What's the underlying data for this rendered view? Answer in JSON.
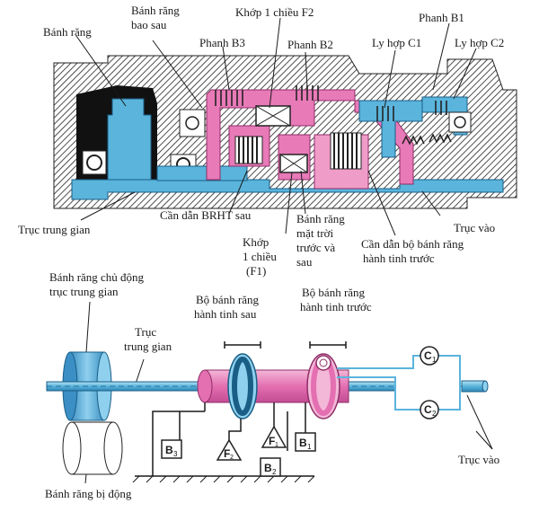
{
  "labels": {
    "banh_rang": "Bánh răng",
    "banh_rang_bao_sau_1": "Bánh răng",
    "banh_rang_bao_sau_2": "bao sau",
    "khop_f2": "Khớp 1 chiều F2",
    "phanh_b1": "Phanh B1",
    "phanh_b3": "Phanh B3",
    "phanh_b2": "Phanh B2",
    "ly_hop_c1": "Ly hợp C1",
    "ly_hop_c2": "Ly hợp C2",
    "truc_trung_gian_top": "Trục trung gian",
    "can_dan_brht_sau": "Cần dẫn BRHT sau",
    "banh_rang_mat_troi_1": "Bánh răng",
    "banh_rang_mat_troi_2": "mặt trời",
    "banh_rang_mat_troi_3": "trước và",
    "banh_rang_mat_troi_4": "sau",
    "truc_vao_top": "Trục vào",
    "khop_f1_1": "Khớp",
    "khop_f1_2": "1 chiều",
    "khop_f1_3": "(F1)",
    "can_dan_truoc_1": "Cần dẫn bộ bánh răng",
    "can_dan_truoc_2": "hành tinh trước",
    "chu_dong_1": "Bánh răng chủ động",
    "chu_dong_2": "trục trung gian",
    "bo_sau_1": "Bộ bánh răng",
    "bo_sau_2": "hành tinh sau",
    "bo_truoc_1": "Bộ bánh răng",
    "bo_truoc_2": "hành tinh trước",
    "truc_tg_bottom_1": "Trục",
    "truc_tg_bottom_2": "trung gian",
    "truc_vao_bottom": "Trục vào",
    "bi_dong": "Bánh răng bị động"
  },
  "symbols": {
    "c1": "C",
    "c1_sub": "1",
    "c2": "C",
    "c2_sub": "2",
    "b3": "B",
    "b3_sub": "3",
    "f2": "F",
    "f2_sub": "2",
    "f1": "F",
    "f1_sub": "1",
    "b1": "B",
    "b1_sub": "1",
    "b2": "B",
    "b2_sub": "2"
  },
  "colors": {
    "blue": "#5ab4dc",
    "blue_dark": "#2f86b8",
    "pink": "#e87ab8",
    "pink_dark": "#c04a8e",
    "hatch": "#2a2a2a",
    "line": "#1a1a1a"
  }
}
